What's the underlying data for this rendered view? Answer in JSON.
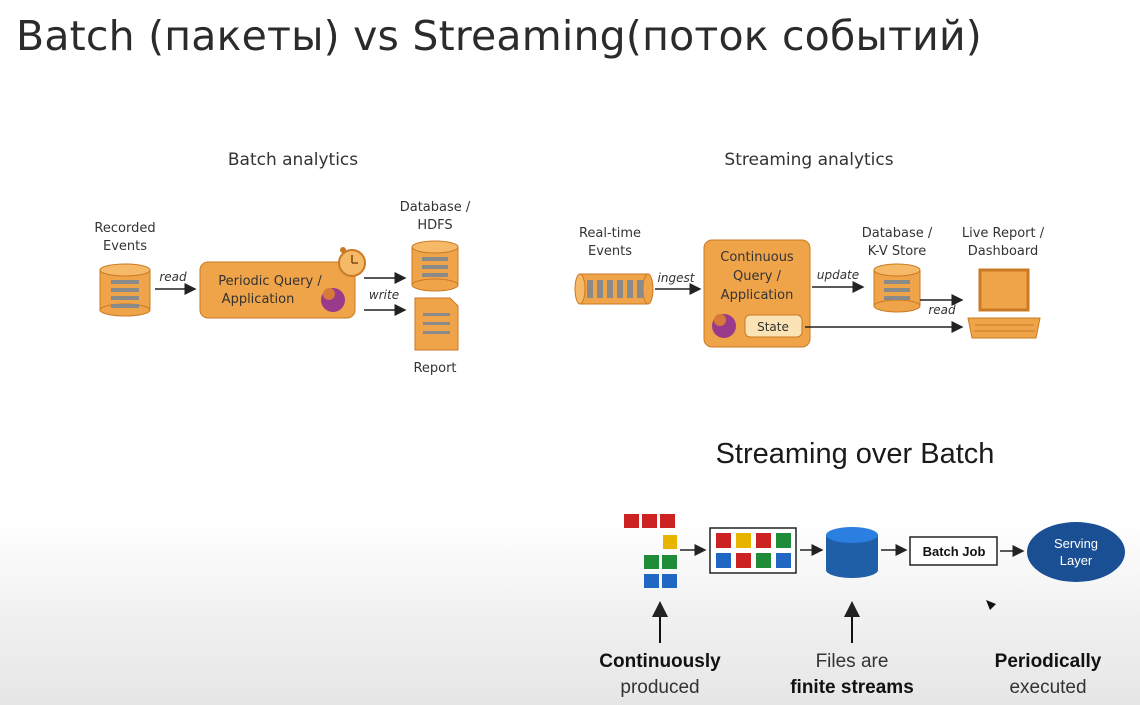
{
  "slide": {
    "title": "Batch (пакеты) vs Streaming(поток событий)"
  },
  "batch": {
    "heading": "Batch analytics",
    "source_label_line1": "Recorded",
    "source_label_line2": "Events",
    "read_label": "read",
    "app_line1": "Periodic Query /",
    "app_line2": "Application",
    "write_label": "write",
    "db_label_line1": "Database /",
    "db_label_line2": "HDFS",
    "report_label": "Report"
  },
  "streaming": {
    "heading": "Streaming analytics",
    "source_label_line1": "Real-time",
    "source_label_line2": "Events",
    "ingest_label": "ingest",
    "app_line1": "Continuous",
    "app_line2": "Query /",
    "app_line3": "Application",
    "state_label": "State",
    "update_label": "update",
    "db_label_line1": "Database /",
    "db_label_line2": "K-V Store",
    "read_label": "read",
    "live_label_line1": "Live Report /",
    "live_label_line2": "Dashboard"
  },
  "streaming_over_batch": {
    "heading": "Streaming over Batch",
    "batch_job_label": "Batch Job",
    "serving_line1": "Serving",
    "serving_line2": "Layer",
    "caption1_bold": "Continuously",
    "caption1_normal": "produced",
    "caption2_normal": "Files are",
    "caption2_bold": "finite streams",
    "caption3_bold": "Periodically",
    "caption3_normal": "executed"
  },
  "colors": {
    "orange": "#f0a44a",
    "orange_dark": "#c97a22",
    "block_red": "#cc2222",
    "block_yellow": "#e8b400",
    "block_green": "#1f8c3a",
    "block_blue": "#1f67c2",
    "serving_blue": "#1a4f94",
    "cylinder_blue": "#1f5fa8"
  }
}
